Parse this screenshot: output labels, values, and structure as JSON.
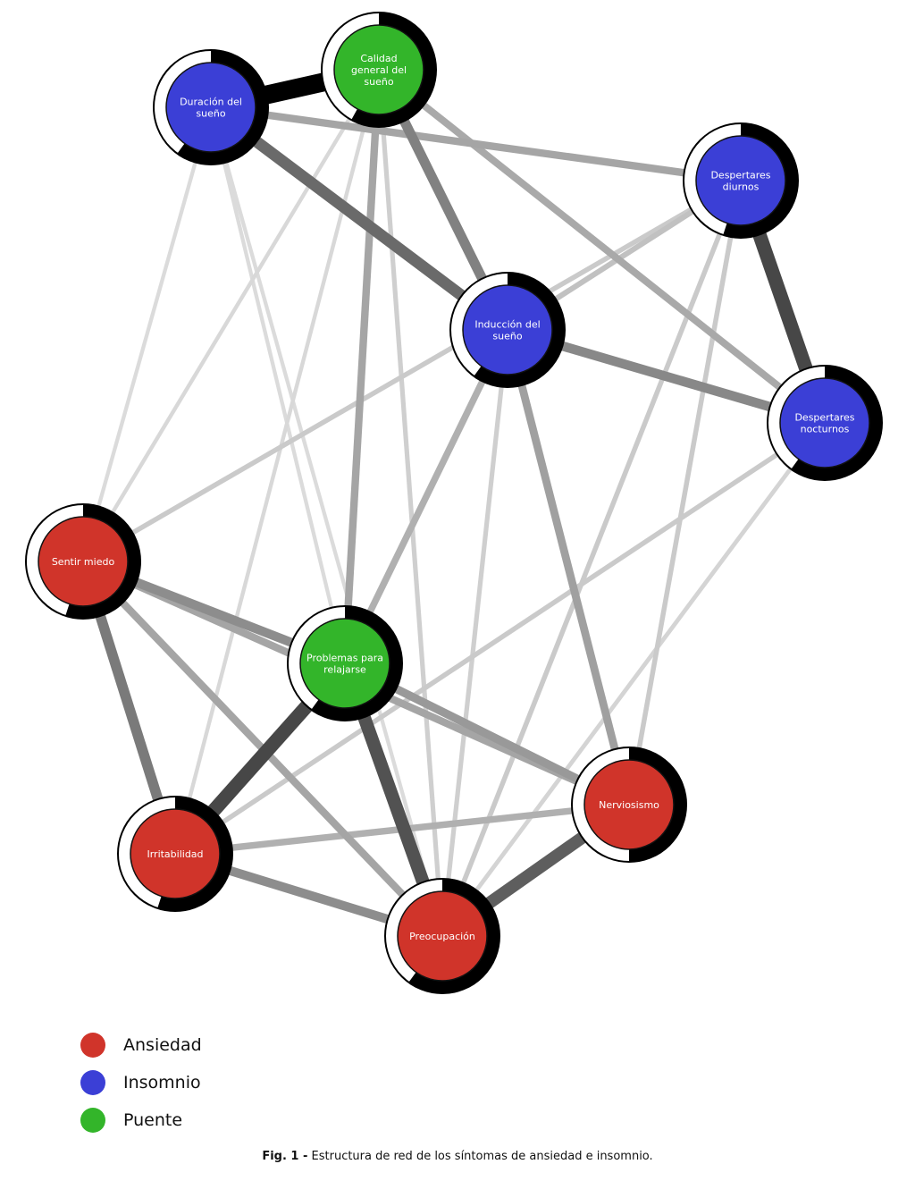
{
  "colors": {
    "Ansiedad": "#d0342a",
    "Insomnio": "#3b3fd6",
    "Puente": "#33b52a"
  },
  "nodes": [
    {
      "id": "calidad",
      "lines": [
        "Calidad",
        "general del",
        "sueño"
      ],
      "group": "Puente",
      "predictability": 0.58
    },
    {
      "id": "duracion",
      "lines": [
        "Duración del",
        "sueño"
      ],
      "group": "Insomnio",
      "predictability": 0.6
    },
    {
      "id": "diurnos",
      "lines": [
        "Despertares",
        "diurnos"
      ],
      "group": "Insomnio",
      "predictability": 0.55
    },
    {
      "id": "induccion",
      "lines": [
        "Inducción del",
        "sueño"
      ],
      "group": "Insomnio",
      "predictability": 0.6
    },
    {
      "id": "nocturnos",
      "lines": [
        "Despertares",
        "nocturnos"
      ],
      "group": "Insomnio",
      "predictability": 0.6
    },
    {
      "id": "miedo",
      "lines": [
        "Sentir miedo"
      ],
      "group": "Ansiedad",
      "predictability": 0.55
    },
    {
      "id": "relajarse",
      "lines": [
        "Problemas para",
        "relajarse"
      ],
      "group": "Puente",
      "predictability": 0.6
    },
    {
      "id": "nerviosismo",
      "lines": [
        "Nerviosismo"
      ],
      "group": "Ansiedad",
      "predictability": 0.5
    },
    {
      "id": "irritabilidad",
      "lines": [
        "Irritabilidad"
      ],
      "group": "Ansiedad",
      "predictability": 0.55
    },
    {
      "id": "preocupacion",
      "lines": [
        "Preocupación"
      ],
      "group": "Ansiedad",
      "predictability": 0.6
    }
  ],
  "edges": [
    {
      "from": "duracion",
      "to": "calidad",
      "weight": 1.0
    },
    {
      "from": "duracion",
      "to": "induccion",
      "weight": 0.55
    },
    {
      "from": "duracion",
      "to": "diurnos",
      "weight": 0.3
    },
    {
      "from": "calidad",
      "to": "induccion",
      "weight": 0.45
    },
    {
      "from": "calidad",
      "to": "nocturnos",
      "weight": 0.28
    },
    {
      "from": "calidad",
      "to": "relajarse",
      "weight": 0.3
    },
    {
      "from": "calidad",
      "to": "preocupacion",
      "weight": 0.12
    },
    {
      "from": "calidad",
      "to": "irritabilidad",
      "weight": 0.08
    },
    {
      "from": "calidad",
      "to": "miedo",
      "weight": 0.08
    },
    {
      "from": "diurnos",
      "to": "nocturnos",
      "weight": 0.7
    },
    {
      "from": "diurnos",
      "to": "induccion",
      "weight": 0.18
    },
    {
      "from": "diurnos",
      "to": "miedo",
      "weight": 0.14
    },
    {
      "from": "diurnos",
      "to": "nerviosismo",
      "weight": 0.14
    },
    {
      "from": "diurnos",
      "to": "preocupacion",
      "weight": 0.14
    },
    {
      "from": "induccion",
      "to": "nocturnos",
      "weight": 0.42
    },
    {
      "from": "induccion",
      "to": "relajarse",
      "weight": 0.25
    },
    {
      "from": "induccion",
      "to": "nerviosismo",
      "weight": 0.32
    },
    {
      "from": "induccion",
      "to": "preocupacion",
      "weight": 0.12
    },
    {
      "from": "nocturnos",
      "to": "irritabilidad",
      "weight": 0.14
    },
    {
      "from": "nocturnos",
      "to": "preocupacion",
      "weight": 0.1
    },
    {
      "from": "miedo",
      "to": "relajarse",
      "weight": 0.4
    },
    {
      "from": "miedo",
      "to": "irritabilidad",
      "weight": 0.48
    },
    {
      "from": "miedo",
      "to": "preocupacion",
      "weight": 0.3
    },
    {
      "from": "miedo",
      "to": "nerviosismo",
      "weight": 0.3
    },
    {
      "from": "relajarse",
      "to": "irritabilidad",
      "weight": 0.7
    },
    {
      "from": "relajarse",
      "to": "preocupacion",
      "weight": 0.65
    },
    {
      "from": "relajarse",
      "to": "nerviosismo",
      "weight": 0.35
    },
    {
      "from": "irritabilidad",
      "to": "nerviosismo",
      "weight": 0.25
    },
    {
      "from": "irritabilidad",
      "to": "preocupacion",
      "weight": 0.4
    },
    {
      "from": "nerviosismo",
      "to": "preocupacion",
      "weight": 0.6
    },
    {
      "from": "duracion",
      "to": "miedo",
      "weight": 0.07
    },
    {
      "from": "duracion",
      "to": "preocupacion",
      "weight": 0.07
    },
    {
      "from": "duracion",
      "to": "relajarse",
      "weight": 0.07
    }
  ],
  "legend": [
    {
      "label": "Ansiedad",
      "group": "Ansiedad"
    },
    {
      "label": "Insomnio",
      "group": "Insomnio"
    },
    {
      "label": "Puente",
      "group": "Puente"
    }
  ],
  "caption": {
    "prefix": "Fig. 1 -",
    "text": " Estructura de red de los síntomas de ansiedad e insomnio."
  }
}
